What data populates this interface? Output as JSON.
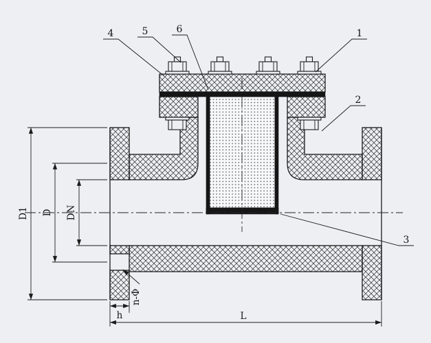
{
  "colors": {
    "background": "#edeff3",
    "ink": "#1b1b1b"
  },
  "part_labels": {
    "p1": "1",
    "p2": "2",
    "p3": "3",
    "p4": "4",
    "p5": "5",
    "p6": "6"
  },
  "dim_labels": {
    "D1": "D1",
    "D": "D",
    "DN": "DN",
    "h": "h",
    "n_phi": "n-Φ",
    "L": "L"
  }
}
